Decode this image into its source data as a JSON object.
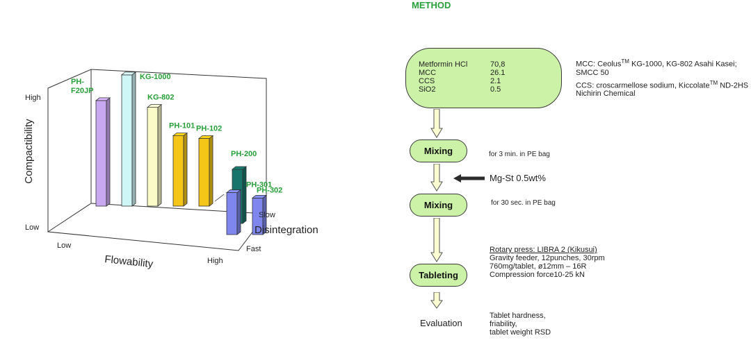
{
  "chart_data": {
    "type": "bar",
    "xlabel": "Flowability",
    "ylabel": "Compactibility",
    "zlabel": "Disintegration",
    "x_ticks": [
      "Low",
      "High"
    ],
    "y_ticks": [
      "Low",
      "High"
    ],
    "z_ticks": [
      "Fast",
      "Slow"
    ],
    "bars": [
      {
        "label": "PH-F20JP",
        "label_lines": [
          "PH-",
          "F20JP"
        ],
        "flowability": 1,
        "disintegration": "slow",
        "compactibility": 0.78,
        "color": "#c9a8f2"
      },
      {
        "label": "KG-1000",
        "label_lines": [
          "KG-1000"
        ],
        "flowability": 2,
        "disintegration": "slow",
        "compactibility": 0.97,
        "color": "#cff6f6"
      },
      {
        "label": "KG-802",
        "label_lines": [
          "KG-802"
        ],
        "flowability": 3,
        "disintegration": "slow",
        "compactibility": 0.73,
        "color": "#fbfbc8"
      },
      {
        "label": "PH-101",
        "label_lines": [
          "PH-101"
        ],
        "flowability": 4,
        "disintegration": "slow",
        "compactibility": 0.52,
        "color": "#f5c518"
      },
      {
        "label": "PH-102",
        "label_lines": [
          "PH-102"
        ],
        "flowability": 5,
        "disintegration": "slow",
        "compactibility": 0.5,
        "color": "#f5c518"
      },
      {
        "label": "PH-200",
        "label_lines": [
          "PH-200"
        ],
        "flowability": 6,
        "disintegration": "medium",
        "compactibility": 0.4,
        "color": "#17756b"
      },
      {
        "label": "PH-301",
        "label_lines": [
          "PH-301"
        ],
        "flowability": 6,
        "disintegration": "fast",
        "compactibility": 0.31,
        "color": "#7f86ee"
      },
      {
        "label": "PH-302",
        "label_lines": [
          "PH-302"
        ],
        "flowability": 7,
        "disintegration": "fast",
        "compactibility": 0.27,
        "color": "#7f86ee"
      }
    ],
    "label_color": "#27a039"
  },
  "method": {
    "title": "METHOD",
    "composition": [
      {
        "name": "Metformin HCl",
        "value": "70,8"
      },
      {
        "name": "MCC",
        "value": "26.1"
      },
      {
        "name": "CCS",
        "value": "2.1"
      },
      {
        "name": "SiO2",
        "value": "0.5"
      }
    ],
    "materials_note": {
      "mcc_prefix": "MCC: Ceolus",
      "mcc_tm": "TM",
      "mcc_suffix": " KG-1000, KG-802 Asahi Kasei;",
      "mcc_line2": "SMCC 50",
      "ccs_prefix": "CCS: croscarmellose sodium, Kiccolate",
      "ccs_tm": "TM",
      "ccs_suffix": " ND-2HS",
      "ccs_line2": "Nichirin Chemical"
    },
    "step1_label": "Mixing",
    "step1_note": "for  3 min.  in PE bag",
    "additive": "Mg-St 0.5wt%",
    "step2_label": "Mixing",
    "step2_note": "for  30 sec.  in PE bag",
    "press_title": "Rotary press: LIBRA 2 (Kikusui)",
    "press_lines": [
      "Gravity feeder, 12punches, 30rpm",
      "760mg/tablet, ø12mm – 16R",
      "Compression force10-25 kN"
    ],
    "step3_label": "Tableting",
    "step4_label": "Evaluation",
    "eval_lines": [
      "Tablet hardness,",
      "friability,",
      "tablet weight RSD"
    ]
  }
}
